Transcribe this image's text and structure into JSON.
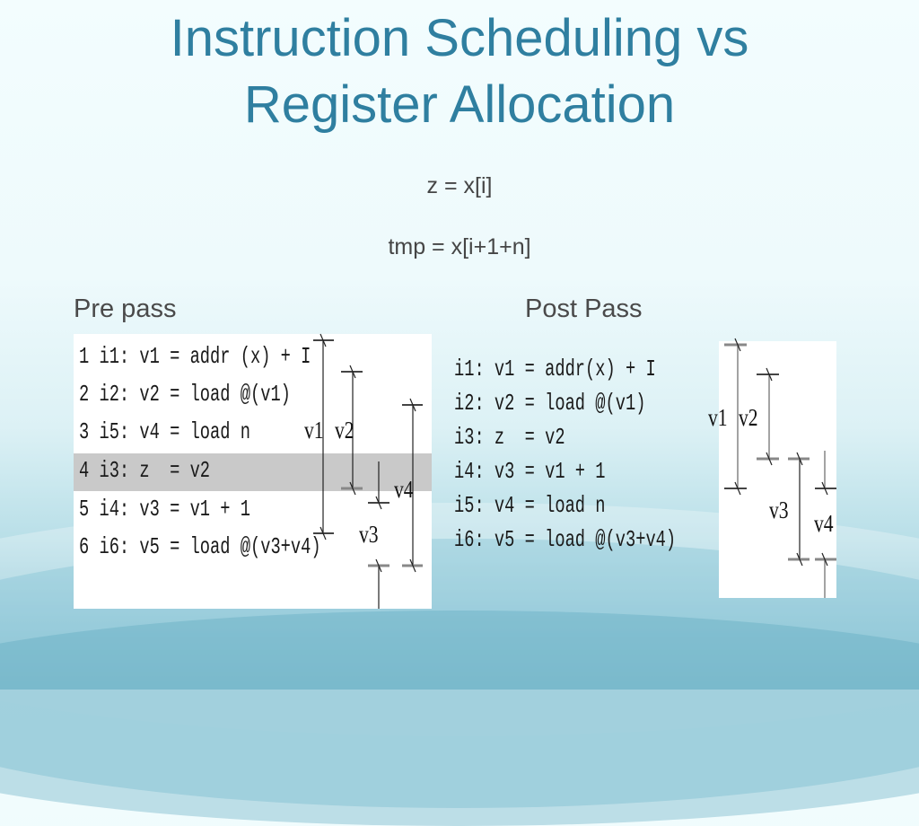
{
  "slide": {
    "title_lines": [
      "Instruction Scheduling vs",
      "Register Allocation"
    ],
    "expressions": [
      "z = x[i]",
      "tmp = x[i+1+n]"
    ],
    "colors": {
      "title": "#2f7fa0",
      "body_text": "#454545",
      "highlight_row": "#c9c9c9",
      "background_top": "#f3fdfe",
      "background_bottom": "#6fb3c7"
    }
  },
  "pre_pass": {
    "label": "Pre pass",
    "highlighted_line": 4,
    "lines": [
      "1 i1: v1 = addr (x) + I",
      "2 i2: v2 = load @(v1)",
      "3 i5: v4 = load n",
      "4 i3: z  = v2",
      "5 i4: v3 = v1 + 1",
      "6 i6: v5 = load @(v3+v4)"
    ],
    "lifetimes": [
      {
        "name": "v1",
        "label": "v1",
        "from_line": 1,
        "to_line": 5
      },
      {
        "name": "v2",
        "label": "v2",
        "from_line": 2,
        "to_line": 4
      },
      {
        "name": "v3",
        "label": "v3",
        "from_line": 5,
        "to_line": 6
      },
      {
        "name": "v4",
        "label": "v4",
        "from_line": 3,
        "to_line": 6
      }
    ]
  },
  "post_pass": {
    "label": "Post Pass",
    "lines": [
      "i1: v1 = addr(x) + I",
      "i2: v2 = load @(v1)",
      "i3: z  = v2",
      "i4: v3 = v1 + 1",
      "i5: v4 = load n",
      "i6: v5 = load @(v3+v4)"
    ],
    "lifetimes": [
      {
        "name": "v1",
        "label": "v1"
      },
      {
        "name": "v2",
        "label": "v2"
      },
      {
        "name": "v3",
        "label": "v3"
      },
      {
        "name": "v4",
        "label": "v4"
      }
    ]
  }
}
